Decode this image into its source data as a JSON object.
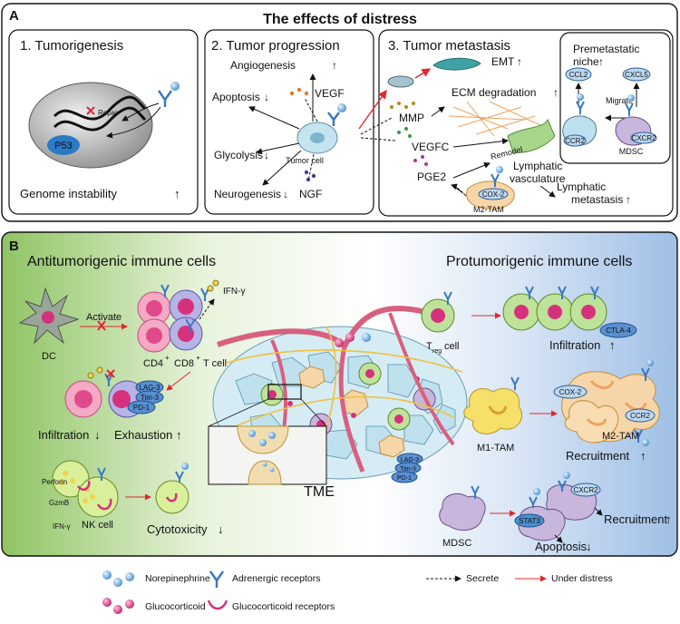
{
  "panelA": {
    "letter": "A",
    "title": "The effects of distress",
    "box1": {
      "title": "1. Tumorigenesis",
      "p53": "P53",
      "repair": "Repair",
      "caption": "Genome instability"
    },
    "box2": {
      "title": "2. Tumor progression",
      "angiogenesis": "Angiogenesis",
      "apoptosis": "Apoptosis",
      "vegf": "VEGF",
      "glycolysis": "Glycolysis",
      "tumor_cell": "Tumor cell",
      "neurogenesis": "Neurogenesis",
      "ngf": "NGF"
    },
    "box3": {
      "title": "3. Tumor metastasis",
      "emt": "EMT",
      "mmp": "MMP",
      "ecm": "ECM degradation",
      "vegfc": "VEGFC",
      "remodel": "Remodel",
      "lymph_vasc_1": "Lymphatic",
      "lymph_vasc_2": "vasculature",
      "pge2": "PGE2",
      "cox2": "COX-2",
      "m2tam": "M2-TAM",
      "lymph_meta_1": "Lymphatic",
      "lymph_meta_2": "metastasis"
    },
    "niche": {
      "title_1": "Premetastatic",
      "title_2": "niche",
      "ccl2": "CCL2",
      "cxcl5": "CXCL5",
      "migrate": "Migrate",
      "ccr2": "CCR2",
      "cxcr2": "CXCR2",
      "mdsc": "MDSC"
    }
  },
  "panelB": {
    "letter": "B",
    "anti_title": "Antitumorigenic immune cells",
    "pro_title": "Protumorigenic immune cells",
    "dc": "DC",
    "activate": "Activate",
    "ifng": "IFN-γ",
    "cd4": "CD4",
    "cd8": "CD8",
    "plus": "+",
    "tcell": "T cell",
    "lag3": "LAG-3",
    "tim3": "Tim-3",
    "pd1": "PD-1",
    "infiltration": "Infiltration",
    "exhaustion": "Exhaustion",
    "perforin": "Perforin",
    "gzmb": "GzmB",
    "nk_ifng": "IFN-γ",
    "nk": "NK cell",
    "cytotoxicity": "Cytotoxicity",
    "tme": "TME",
    "treg_t": "T",
    "treg_sub": "reg",
    "treg_cell": "cell",
    "ctla4": "CTLA-4",
    "pro_infiltration": "Infiltration",
    "m1tam": "M1-TAM",
    "cox2": "COX-2",
    "ccr2": "CCR2",
    "m2tam": "M2-TAM",
    "recruitment": "Recruitment",
    "mdsc": "MDSC",
    "stat3": "STAT3",
    "cxcr2": "CXCR2",
    "mdsc_recruitment": "Recruitment",
    "mdsc_apoptosis": "Apoptosis",
    "tme_lag3": "LAG-3",
    "tme_tim3": "Tim-3",
    "tme_pd1": "PD-1"
  },
  "legend": {
    "norepinephrine": "Norepinephrine",
    "adrenergic": "Adrenergic receptors",
    "glucocorticoid": "Glucocorticoid",
    "gc_receptors": "Glucocorticoid receptors",
    "secrete": "Secrete",
    "under_distress": "Under distress"
  },
  "colors": {
    "ne_blue": "#5aa6dc",
    "gc_pink": "#d6317d",
    "receptor_blue": "#3b78c2",
    "red_arrow": "#e0282e",
    "panel_b_green": "#9ccc6a",
    "panel_b_blue": "#a9c6e8"
  }
}
